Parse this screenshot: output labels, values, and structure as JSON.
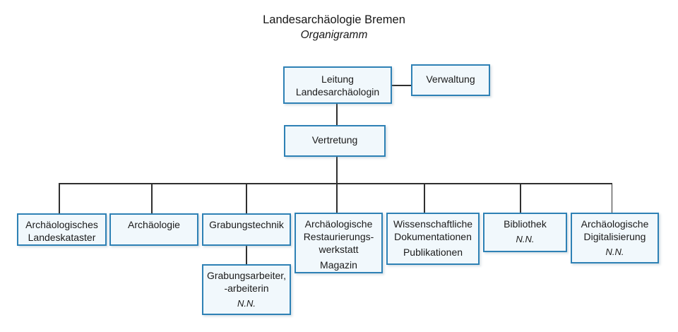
{
  "title": "Landesarchäologie Bremen",
  "subtitle": "Organigramm",
  "colors": {
    "box_border": "#2e81b5",
    "box_fill": "#f1f8fc",
    "line_color": "#2f2f2f",
    "text_color": "#1a1a1a"
  },
  "nodes": {
    "leitung": {
      "line1": "Leitung",
      "line2": "Landesarchäologin"
    },
    "verwaltung": {
      "line1": "Verwaltung"
    },
    "vertretung": {
      "line1": "Vertretung"
    },
    "landeskataster": {
      "line1": "Archäologisches",
      "line2": "Landeskataster"
    },
    "archaeologie": {
      "line1": "Archäologie"
    },
    "grabungstechnik": {
      "line1": "Grabungstechnik"
    },
    "restaurierungswerkstatt": {
      "line1": "Archäologische",
      "line2": "Restaurierungs-",
      "line3": "werkstatt",
      "line4": "Magazin"
    },
    "dokumentationen": {
      "line1": "Wissenschaftliche",
      "line2": "Dokumentationen",
      "line3": "Publikationen"
    },
    "bibliothek": {
      "line1": "Bibliothek",
      "nn": "N.N."
    },
    "digitalisierung": {
      "line1": "Archäologische",
      "line2": "Digitalisierung",
      "nn": "N.N."
    },
    "grabungsarbeiter": {
      "line1": "Grabungsarbeiter,",
      "line2": "-arbeiterin",
      "nn": "N.N."
    }
  }
}
